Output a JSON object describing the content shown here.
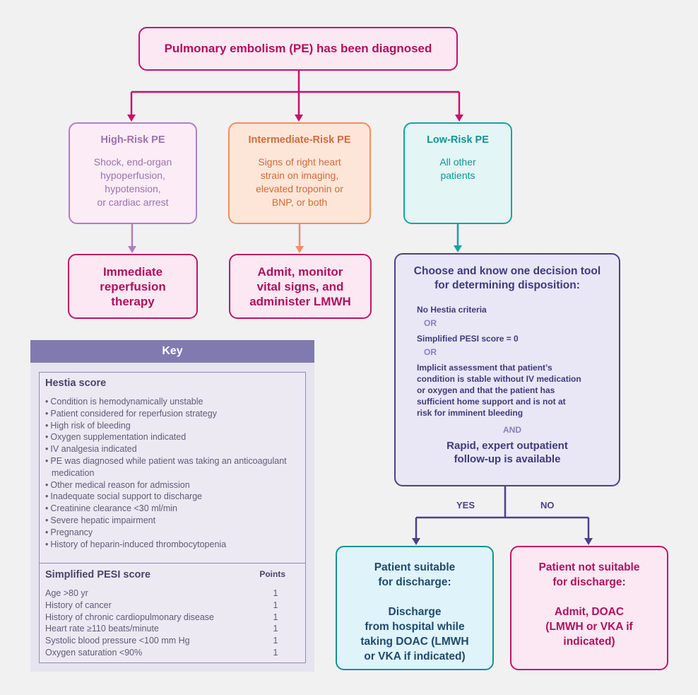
{
  "top": {
    "label": "Pulmonary embolism (PE) has been diagnosed"
  },
  "risks": [
    {
      "title": "High-Risk PE",
      "lines": [
        "Shock, end-organ",
        "hypoperfusion,",
        "hypotension,",
        "or cardiac arrest"
      ]
    },
    {
      "title": "Intermediate-Risk PE",
      "lines": [
        "Signs of right heart",
        "strain on imaging,",
        "elevated troponin or",
        "BNP, or both"
      ]
    },
    {
      "title": "Low-Risk PE",
      "lines": [
        "All other",
        "patients"
      ]
    }
  ],
  "actions": {
    "high": [
      "Immediate",
      "reperfusion",
      "therapy"
    ],
    "intermediate": [
      "Admit, monitor",
      "vital signs, and",
      "administer LMWH"
    ]
  },
  "decision": {
    "heading": [
      "Choose and know one decision tool",
      "for determining disposition:"
    ],
    "option1": "No Hestia criteria",
    "or1": "OR",
    "option2": "Simplified PESI score = 0",
    "or2": "OR",
    "option3": [
      "Implicit assessment that patient’s",
      "condition is stable without IV medication",
      "or oxygen and that the patient has",
      "sufficient home support and is not at",
      "risk for imminent bleeding"
    ],
    "and": "AND",
    "rapid": [
      "Rapid, expert outpatient",
      "follow-up is available"
    ]
  },
  "branches": {
    "yes": "YES",
    "no": "NO"
  },
  "outcomes": {
    "yes": {
      "title": [
        "Patient suitable",
        "for discharge:"
      ],
      "body": [
        "Discharge",
        "from hospital while",
        "taking DOAC (LMWH",
        "or VKA if indicated)"
      ]
    },
    "no": {
      "title": [
        "Patient not suitable",
        "for discharge:"
      ],
      "body": [
        "Admit, DOAC",
        "(LMWH or VKA if",
        "indicated)"
      ]
    }
  },
  "key": {
    "title": "Key",
    "hestia": {
      "title": "Hestia score",
      "items": [
        "Condition is hemodynamically unstable",
        "Patient considered for reperfusion strategy",
        "High risk of bleeding",
        "Oxygen supplementation indicated",
        "IV analgesia indicated",
        "PE was diagnosed while patient was taking an anticoagulant medication",
        "Other medical reason for admission",
        "Inadequate social support to discharge",
        "Creatinine clearance <30 ml/min",
        "Severe hepatic impairment",
        "Pregnancy",
        "History of heparin-induced thrombocytopenia"
      ]
    },
    "pesi": {
      "title": "Simplified PESI score",
      "points_label": "Points",
      "rows": [
        {
          "label": "Age >80 yr",
          "points": "1"
        },
        {
          "label": "History of cancer",
          "points": "1"
        },
        {
          "label": "History of chronic cardiopulmonary disease",
          "points": "1"
        },
        {
          "label": "Heart rate ≥110 beats/minute",
          "points": "1"
        },
        {
          "label": "Systolic blood pressure <100 mm Hg",
          "points": "1"
        },
        {
          "label": "Oxygen saturation <90%",
          "points": "1"
        }
      ]
    }
  },
  "colors": {
    "magenta": "#c3126b",
    "lavender": "#b07ec2",
    "orange": "#f18d61",
    "teal": "#14a4a3",
    "indigo": "#4d3f8a",
    "key_header": "#807ab0"
  }
}
